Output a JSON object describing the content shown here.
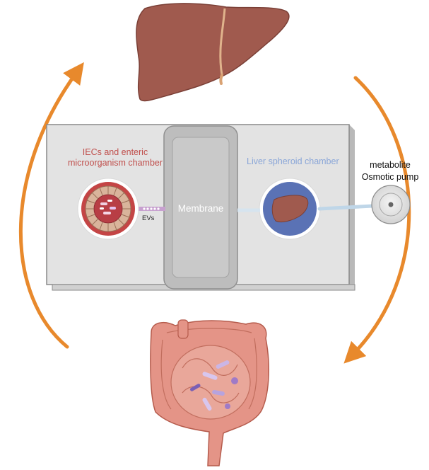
{
  "labels": {
    "left_chamber": [
      "IECs and enteric",
      "microorganism chamber"
    ],
    "right_chamber": "Liver spheroid chamber",
    "membrane": "Membrane",
    "evs": "EVs",
    "pump": [
      "metabolite",
      "Osmotic pump"
    ]
  },
  "colors": {
    "arrow": "#e8892c",
    "liver": "#a05a4e",
    "chip": "#e3e3e3",
    "membrane": "#b9b9b9",
    "left_text": "#c0504d",
    "right_text": "#8aa6d8",
    "intestine": "#e49487"
  },
  "icons": [
    "liver-icon",
    "intestine-icon",
    "osmotic-pump-icon",
    "liver-spheroid-icon",
    "intestinal-organoid-icon"
  ]
}
